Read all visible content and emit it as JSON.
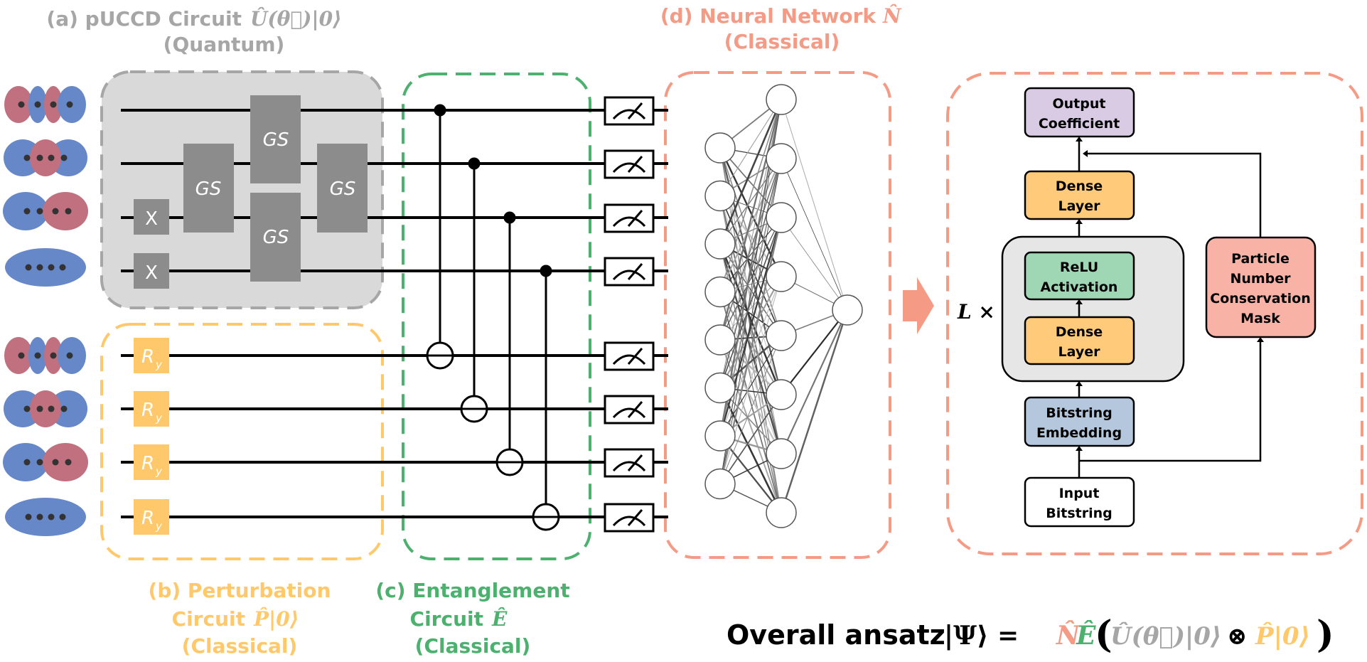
{
  "labels": {
    "a_line1": "(a) pUCCD Circuit",
    "a_line2": "(Quantum)",
    "b_line1": "(b) Perturbation",
    "b_line2": "Circuit",
    "b_line3": "(Classical)",
    "c_line1": "(c) Entanglement",
    "c_line2": "Circuit",
    "c_line3": "(Classical)",
    "d_line1": "(d) Neural Network",
    "d_line2": "(Classical)"
  },
  "math": {
    "a_op": "Û(θ⃗)|0⟩",
    "b_op": "P̂|0⟩",
    "c_op": "Ê",
    "d_op": "N̂"
  },
  "gates": {
    "x": "X",
    "gs": "GS",
    "ry_main": "R",
    "ry_sub": "y"
  },
  "network_boxes": {
    "output": [
      "Output",
      "Coefficient"
    ],
    "dense_top": [
      "Dense",
      "Layer"
    ],
    "relu": [
      "ReLU",
      "Activation"
    ],
    "dense_bottom": [
      "Dense",
      "Layer"
    ],
    "embedding": [
      "Bitstring",
      "Embedding"
    ],
    "input": [
      "Input",
      "Bitstring"
    ],
    "mask": [
      "Particle",
      "Number",
      "Conservation",
      "Mask"
    ],
    "repeat": "L ×"
  },
  "overall": {
    "prefix": "Overall ansatz",
    "psi": "|Ψ⟩ =",
    "n": "N̂",
    "e": "Ê",
    "open": "(",
    "u": "Û(θ⃗)|0⟩",
    "otimes": "⊗",
    "p": "P̂|0⟩",
    "close": ")"
  },
  "colors": {
    "gray": "#a6a6a6",
    "yellow": "#ffc96b",
    "green": "#4cb16e",
    "salmon": "#f59a84",
    "orbital_red": "#c0707e",
    "orbital_blue": "#6688c8",
    "dense": "#ffcb7a",
    "relu": "#9fd7b4",
    "embedding": "#b4c7dc",
    "output": "#d9cbe4",
    "mask": "#f9b3a6"
  }
}
